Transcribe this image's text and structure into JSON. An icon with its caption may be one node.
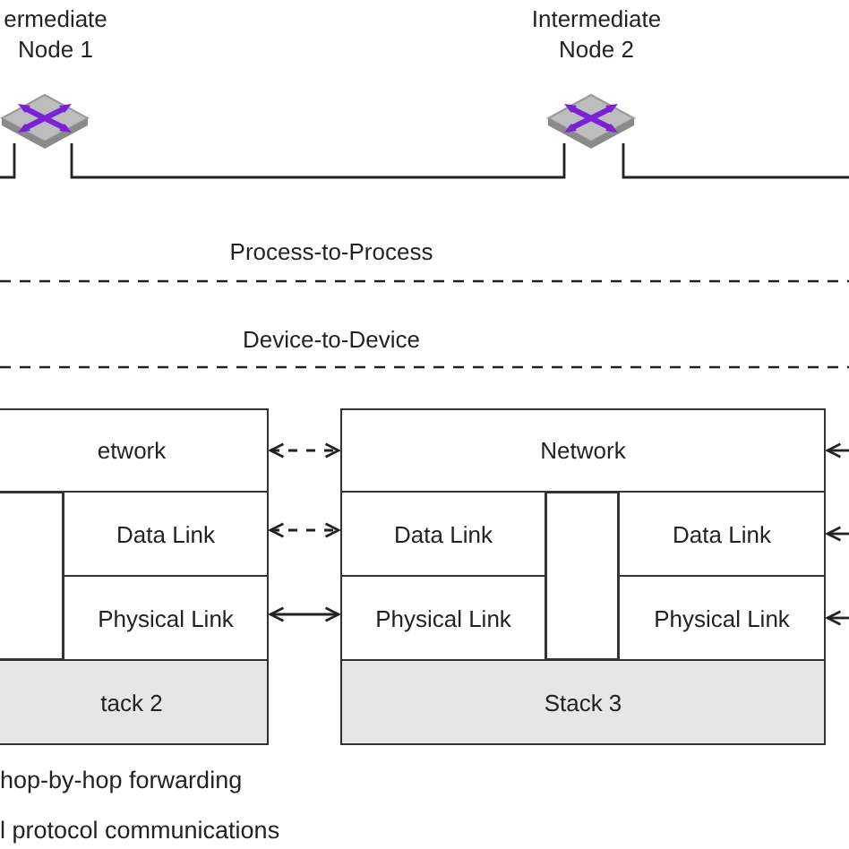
{
  "diagram": {
    "nodes": [
      {
        "text": [
          "ermediate Node 1"
        ]
      },
      {
        "text": [
          "Intermediate Node 2"
        ]
      },
      {
        "text": [
          "etwork"
        ]
      },
      {
        "text": [
          "Network"
        ]
      },
      {
        "text": [],
        "shape": "box"
      },
      {
        "text": [
          "Data Link"
        ]
      },
      {
        "text": [
          "Data Link"
        ]
      },
      {
        "text": [],
        "shape": "box"
      },
      {
        "text": [
          "Data Link"
        ]
      },
      {
        "text": [
          "Physical Link"
        ]
      },
      {
        "text": [
          "Physical Link"
        ]
      },
      {
        "text": [
          "Physical Link"
        ]
      },
      {
        "text": [
          "tack 2"
        ]
      },
      {
        "text": [
          "Stack 3"
        ]
      }
    ],
    "edges": [
      {
        "from": null,
        "to": 0,
        "arrow": "none"
      },
      {
        "from": 0,
        "to": 1,
        "arrow": "none"
      },
      {
        "from": 1,
        "to": null,
        "arrow": "none"
      },
      {
        "from": 2,
        "to": 3,
        "arrow": "both",
        "style": "dashed"
      },
      {
        "from": 5,
        "to": 6,
        "arrow": "both",
        "style": "dashed"
      },
      {
        "from": 9,
        "to": 10,
        "arrow": "both"
      },
      {
        "from": null,
        "to": 3,
        "arrow": "to"
      },
      {
        "from": null,
        "to": 8,
        "arrow": "to"
      },
      {
        "from": null,
        "to": 11,
        "arrow": "to"
      }
    ],
    "labels": [
      "Process-to-Process",
      "Device-to-Device",
      "hop-by-hop forwarding",
      "l protocol communications"
    ]
  }
}
